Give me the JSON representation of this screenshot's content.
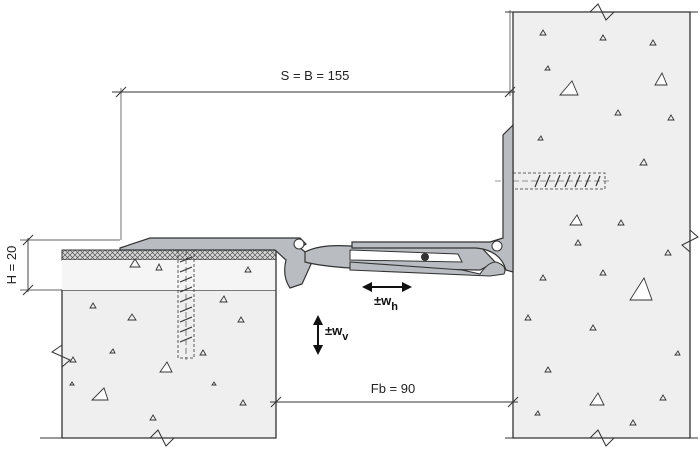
{
  "dimensions": {
    "span_label": "S = B = 155",
    "height_label": "H = 20",
    "gap_label": "Fb = 90"
  },
  "movements": {
    "horizontal": {
      "symbol": "±w",
      "subscript": "h"
    },
    "vertical": {
      "symbol": "±w",
      "subscript": "v"
    }
  },
  "colors": {
    "concrete_fill": "#efefef",
    "profile_fill": "#b9bdc1",
    "line": "#333333",
    "arrow": "#111111"
  }
}
